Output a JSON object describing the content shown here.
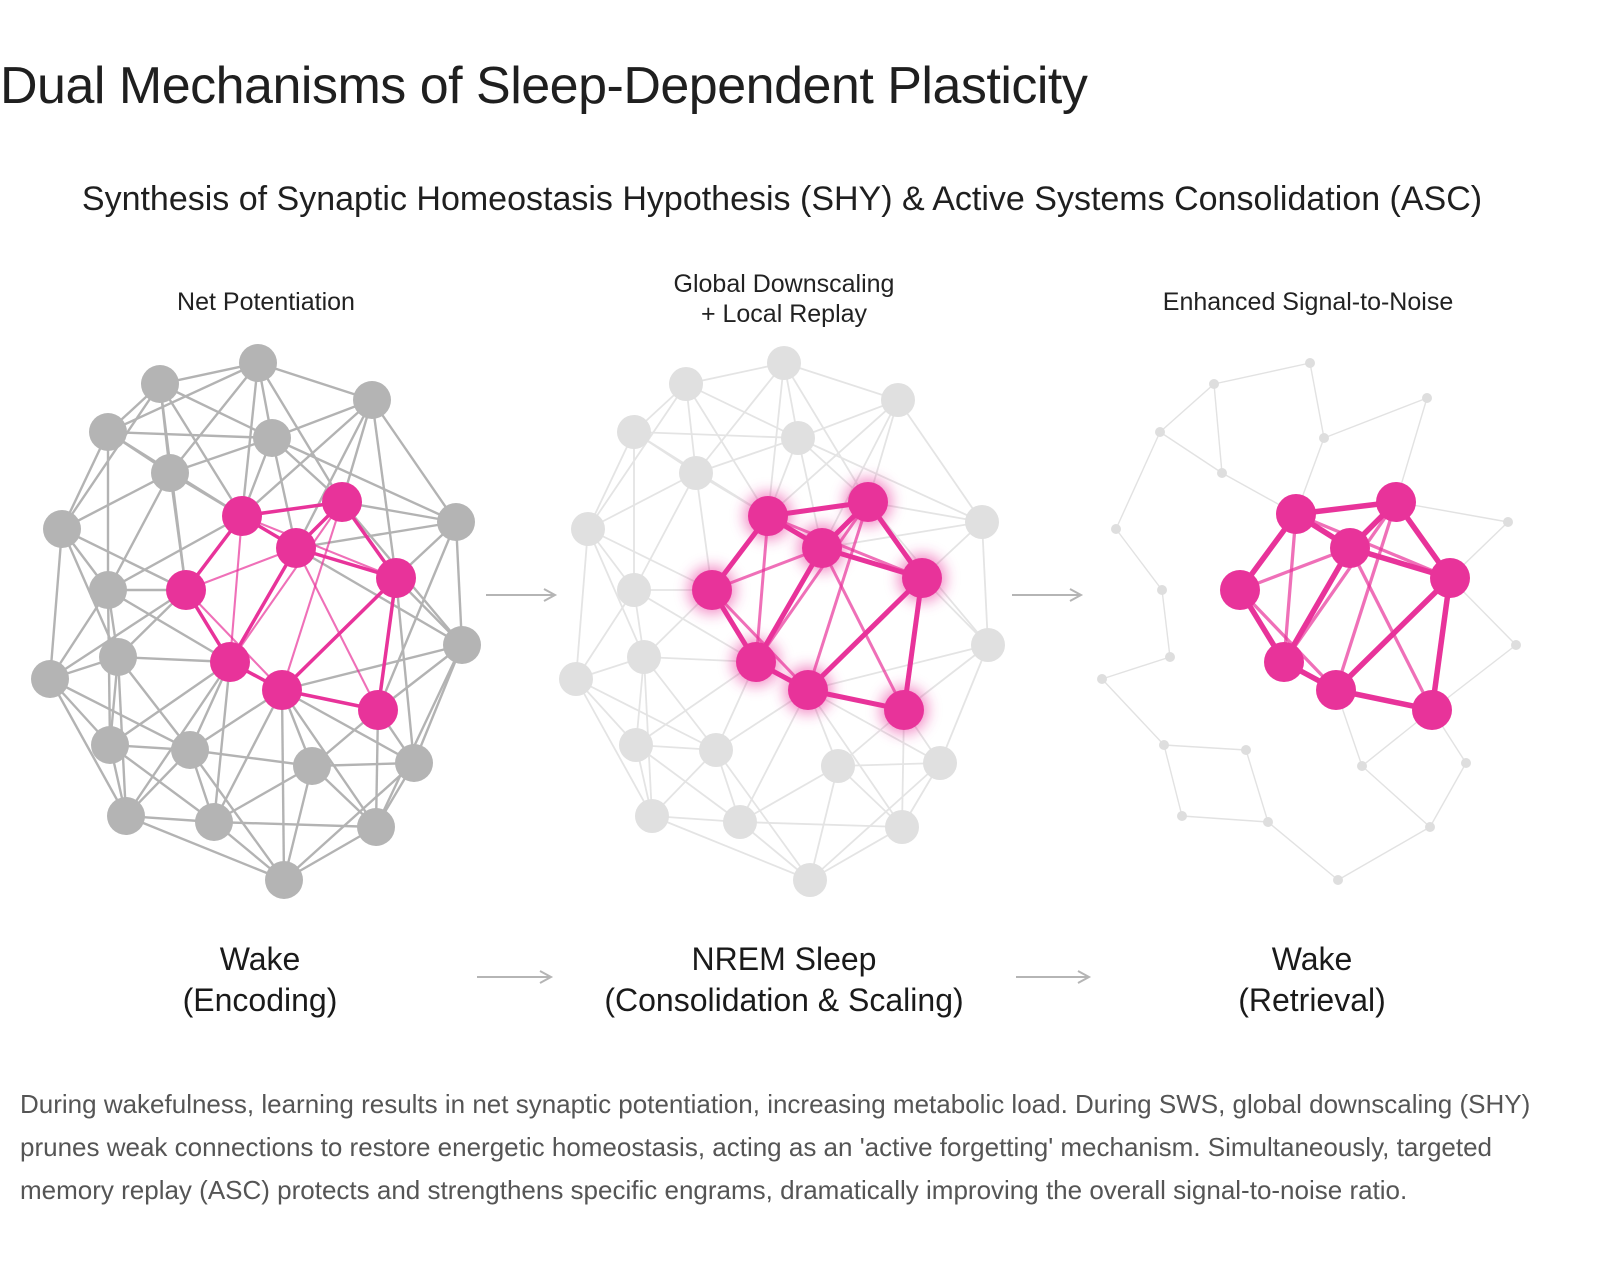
{
  "page": {
    "title": "Dual Mechanisms of Sleep-Dependent Plasticity",
    "caption": "During wakefulness, learning results in net synaptic potentiation, increasing metabolic load. During SWS, global downscaling (SHY) prunes weak connections to restore energetic homeostasis, acting as an 'active forgetting' mechanism. Simultaneously, targeted memory replay (ASC) protects and strengthens specific engrams, dramatically improving the overall signal-to-noise ratio."
  },
  "figure": {
    "heading": "Synthesis of Synaptic Homeostasis Hypothesis (SHY) & Active Systems Consolidation (ASC)",
    "panels": [
      {
        "top_label": [
          "Net Potentiation"
        ],
        "state_line1": "Wake",
        "state_line2": "(Encoding)"
      },
      {
        "top_label": [
          "Global Downscaling",
          "+ Local Replay"
        ],
        "state_line1": "NREM Sleep",
        "state_line2": "(Consolidation & Scaling)"
      },
      {
        "top_label": [
          "Enhanced Signal-to-Noise"
        ],
        "state_line1": "Wake",
        "state_line2": "(Retrieval)"
      }
    ]
  },
  "colors": {
    "engram": "#e8339a",
    "background_node": "#b4b4b4",
    "arrow": "#b5b5b5",
    "title_text": "#1f1f1f",
    "caption_text": "#555555"
  }
}
